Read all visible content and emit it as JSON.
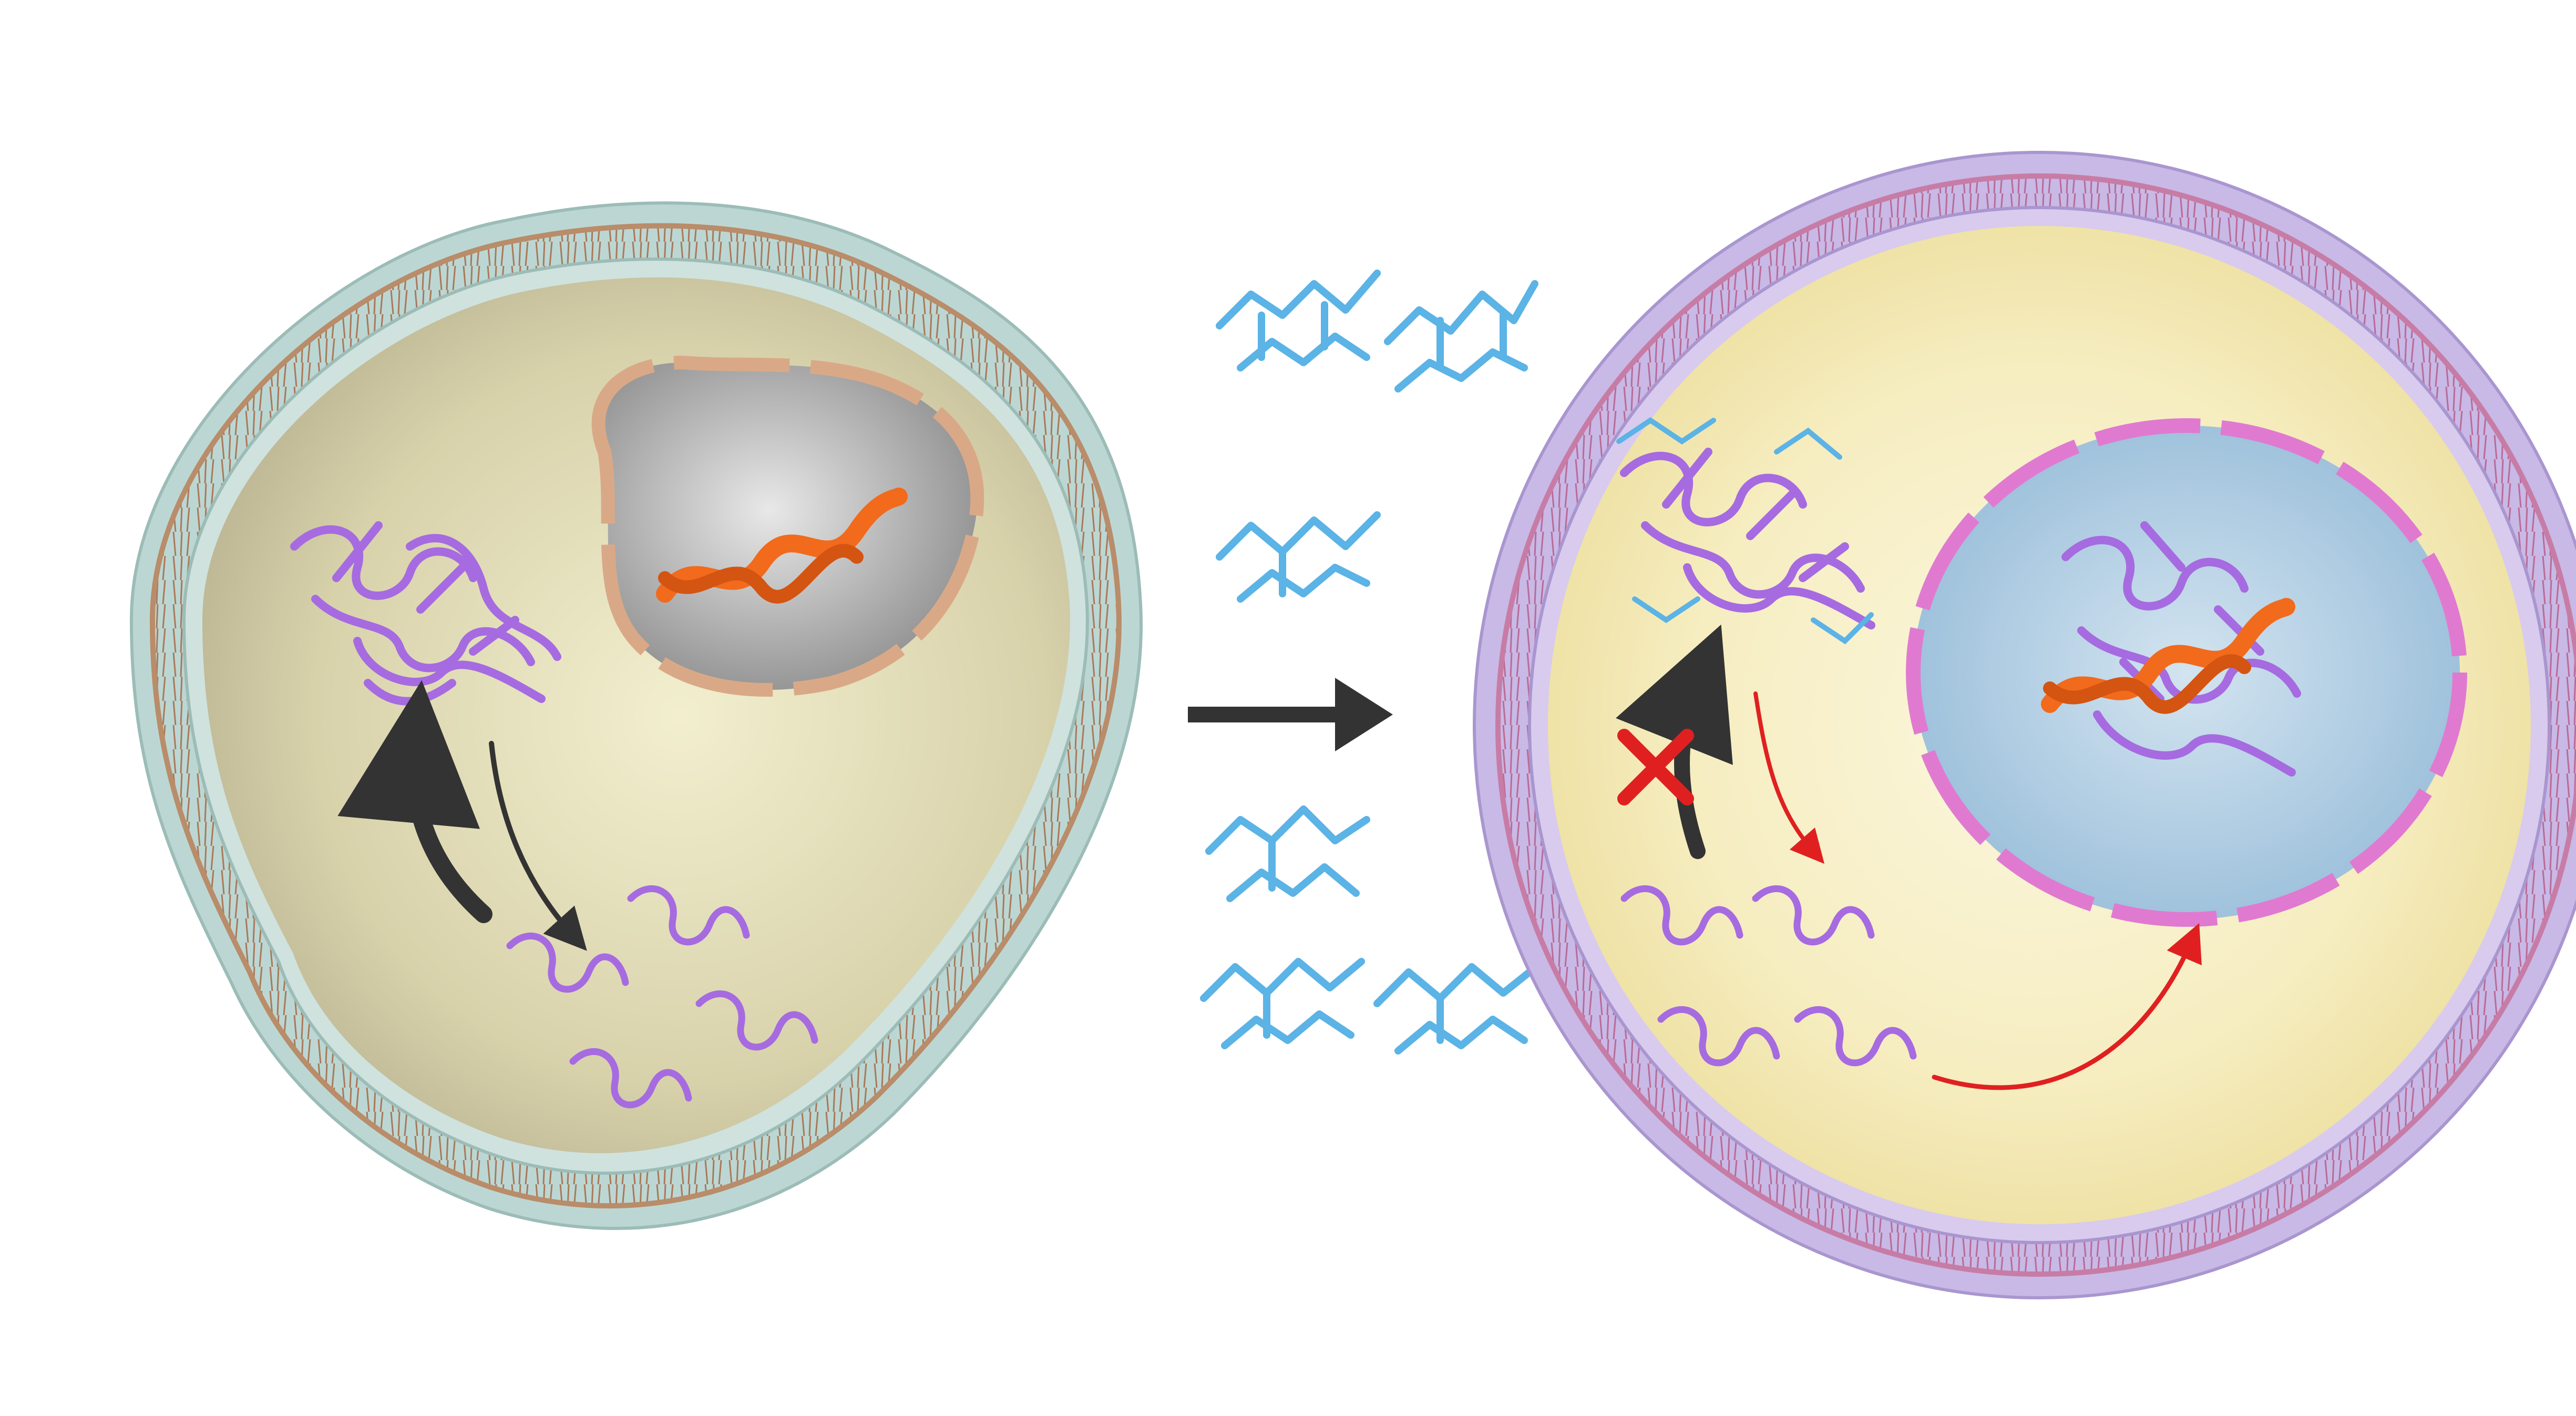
{
  "colors": {
    "background": "#ffffff",
    "membrane_head_left": "#bcd7d3",
    "membrane_tail_left": "#b98c6a",
    "cytoplasm_left": "#d9d3ad",
    "membrane_head_right": "#c9b9e6",
    "membrane_tail_right": "#c77ca6",
    "cytoplasm_right": "#f3e7b0",
    "nucleus_left": "#bdbdbd",
    "nucleus_left_envelope": "#d9a987",
    "nucleus_right": "#a8c7de",
    "nucleus_right_envelope": "#e07ad0",
    "dna": "#f26a1b",
    "protein": "#a66be0",
    "ligand": "#5bb3e6",
    "arrow_dark": "#333333",
    "arrow_red": "#e02020",
    "block_cross": "#e02020"
  },
  "icons": [
    "left-cell",
    "right-cell",
    "left-nucleus",
    "right-nucleus",
    "dna-double-helix-icon",
    "protein-cluster-icon",
    "ligand-molecule-icon",
    "transition-arrow-icon",
    "blocked-cross-icon"
  ]
}
